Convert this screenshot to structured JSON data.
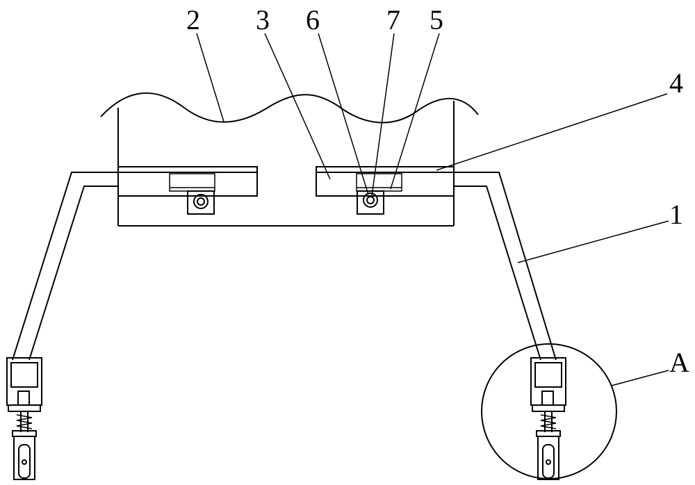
{
  "labels": {
    "l2": "2",
    "l3": "3",
    "l6": "6",
    "l7": "7",
    "l5": "5",
    "l4": "4",
    "l1": "1",
    "lA": "A"
  },
  "colors": {
    "line": "#000000",
    "background": "#ffffff"
  }
}
